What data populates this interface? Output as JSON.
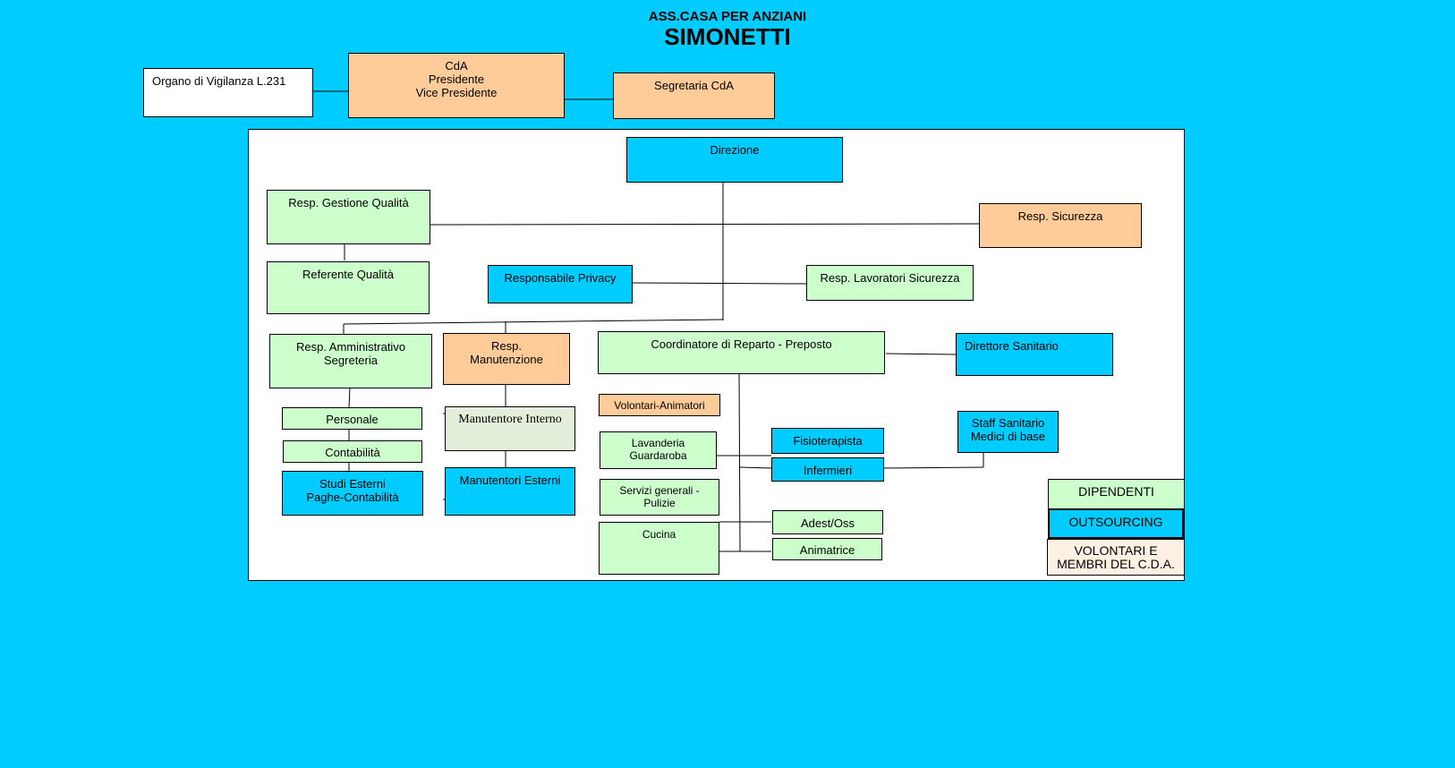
{
  "header": {
    "line1": "ASS.CASA PER ANZIANI",
    "line2": "SIMONETTI"
  },
  "boxes": {
    "organo": "Organo di Vigilanza L.231",
    "cda": "CdA\nPresidente\nVice Presidente",
    "segretaria_cda": "Segretaria CdA",
    "direzione": "Direzione",
    "resp_qualita": "Resp. Gestione Qualità",
    "resp_sicurezza": "Resp. Sicurezza",
    "referente_qualita": "Referente Qualità",
    "resp_privacy": "Responsabile Privacy",
    "resp_lav_sicurezza": "Resp. Lavoratori Sicurezza",
    "resp_amministrativo": "Resp. Amministrativo\nSegreteria",
    "resp_manutenzione": "Resp.\nManutenzione",
    "coordinatore": "Coordinatore di Reparto - Preposto",
    "direttore_sanitario": "Direttore Sanitario",
    "personale": "Personale",
    "contabilita": "Contabilità",
    "studi_esterni": "Studi Esterni\nPaghe-Contabilità",
    "manutentore_interno": "Manutentore Interno",
    "manutentori_esterni": "Manutentori Esterni",
    "volontari_animatori": "Volontari-Animatori",
    "lavanderia": "Lavanderia\nGuardaroba",
    "servizi_generali": "Servizi generali -\nPulizie",
    "cucina": "Cucina",
    "fisioterapista": "Fisioterapista",
    "infermieri": "Infermieri",
    "staff_sanitario": "Staff Sanitario\nMedici di base",
    "adest_oss": "Adest/Oss",
    "animatrice": "Animatrice"
  },
  "legend": {
    "dipendenti": "DIPENDENTI",
    "outsourcing": "OUTSOURCING",
    "volontari": "VOLONTARI E\nMEMBRI DEL C.D.A."
  },
  "colors": {
    "background": "#00CCFF",
    "dipendenti": "#CCFFCC",
    "outsourcing": "#00CCFF",
    "volontari": "#FFCC99"
  }
}
